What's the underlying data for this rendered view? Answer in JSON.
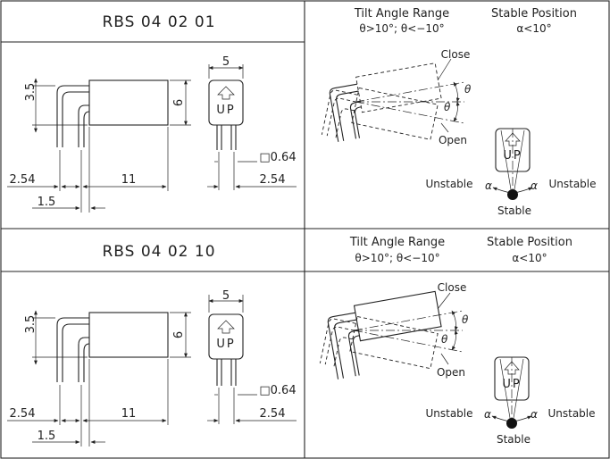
{
  "sections": [
    {
      "part_number": "RBS 04 02 01",
      "header": {
        "tilt_title": "Tilt Angle Range",
        "tilt_value": "θ>10°; θ<−10°",
        "stable_title": "Stable Position",
        "stable_value": "α<10°"
      },
      "dims": {
        "body_height": "3.5",
        "body_width": "6",
        "top_width": "5",
        "pin_square": "□0.64",
        "pin_pitch_left": "2.54",
        "body_length": "11",
        "pin_offset": "1.5",
        "pin_pitch_right": "2.54"
      },
      "label_up": "UP",
      "tilt_labels": {
        "close": "Close",
        "open": "Open",
        "theta": "θ"
      },
      "stable_labels": {
        "unstable_left": "Unstable",
        "unstable_right": "Unstable",
        "stable": "Stable",
        "alpha": "α"
      }
    },
    {
      "part_number": "RBS 04 02 10",
      "header": {
        "tilt_title": "Tilt Angle Range",
        "tilt_value": "θ>10°; θ<−10°",
        "stable_title": "Stable Position",
        "stable_value": "α<10°"
      },
      "dims": {
        "body_height": "3.5",
        "body_width": "6",
        "top_width": "5",
        "pin_square": "□0.64",
        "pin_pitch_left": "2.54",
        "body_length": "11",
        "pin_offset": "1.5",
        "pin_pitch_right": "2.54"
      },
      "label_up": "UP",
      "tilt_labels": {
        "close": "Close",
        "open": "Open",
        "theta": "θ"
      },
      "stable_labels": {
        "unstable_left": "Unstable",
        "unstable_right": "Unstable",
        "stable": "Stable",
        "alpha": "α"
      }
    }
  ]
}
